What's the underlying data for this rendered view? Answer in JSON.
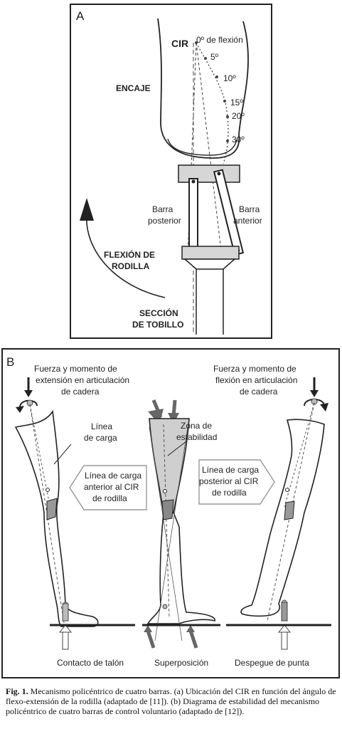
{
  "panel_a": {
    "letter": "A",
    "cir": "CIR",
    "angles": [
      "0º de flexión",
      "5º",
      "10º",
      "15º",
      "20º",
      "30º"
    ],
    "encaje": "ENCAJE",
    "barra_posterior": [
      "Barra",
      "posterior"
    ],
    "barra_anterior": [
      "Barra",
      "anterior"
    ],
    "flexion": [
      "FLEXIÓN DE",
      "RODILLA"
    ],
    "seccion": [
      "SECCIÓN",
      "DE TOBILLO"
    ]
  },
  "panel_b": {
    "letter": "B",
    "fuerza_left": [
      "Fuerza y momento de",
      "extensión en articulación",
      "de cadera"
    ],
    "fuerza_right": [
      "Fuerza y momento de",
      "flexión en articulación",
      "de cadera"
    ],
    "linea_carga": [
      "Línea",
      "de carga"
    ],
    "zona": [
      "Zona de",
      "estabilidad"
    ],
    "anterior_box": [
      "Línea de carga",
      "anterior al CIR",
      "de  rodilla"
    ],
    "posterior_box": [
      "Línea de carga",
      "posterior al CIR",
      "de rodilla"
    ],
    "phases": [
      "Contacto de talón",
      "Superposición",
      "Despegue de punta"
    ]
  },
  "caption": {
    "label": "Fig. 1.",
    "text": " Mecanismo policéntrico de cuatro barras. (a) Ubicación del CIR en función del ángulo de flexo-extensión de la rodilla (adaptado de [11]). (b) Diagrama de estabilidad del mecanismo policéntrico de cuatro barras de control voluntario (adaptado de [12])."
  }
}
